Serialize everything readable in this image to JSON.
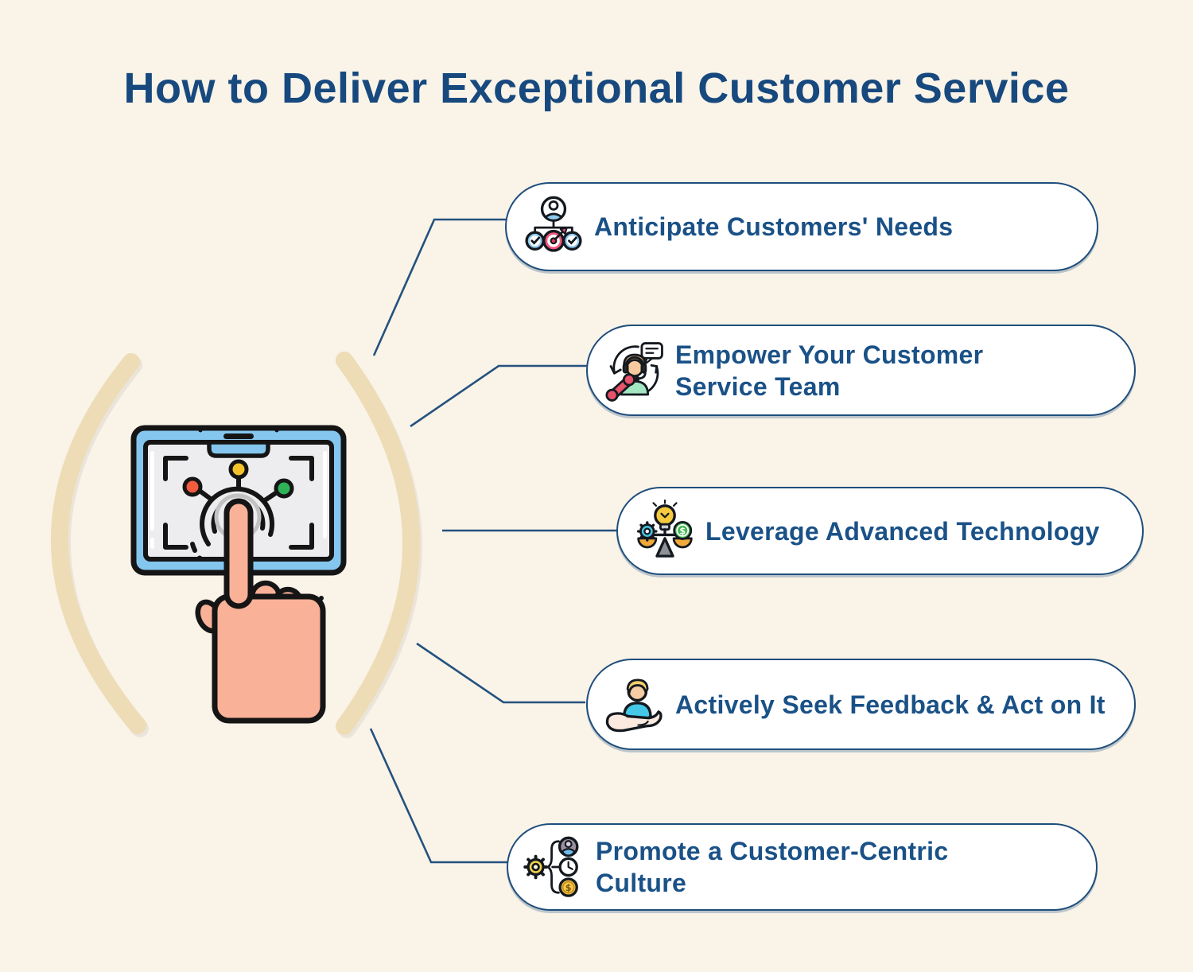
{
  "title": "How to Deliver Exceptional Customer Service",
  "items": [
    {
      "label": "Anticipate Customers' Needs",
      "icon": "org-chart-target-icon"
    },
    {
      "label": "Empower Your Customer Service Team",
      "icon": "support-agent-icon"
    },
    {
      "label": "Leverage Advanced Technology",
      "icon": "tech-balance-scale-icon"
    },
    {
      "label": "Actively Seek Feedback & Act on It",
      "icon": "hand-holding-customer-icon"
    },
    {
      "label": "Promote a Customer-Centric Culture",
      "icon": "gear-values-icon"
    }
  ],
  "glyphs": {
    "dollar": "$"
  },
  "colors": {
    "background": "#F9F3E8",
    "navy_text": "#17497E",
    "pill_border": "#1F4E7C",
    "pill_fill": "#FFFFFF",
    "connector": "#24527E",
    "arc_tan": "#EDDCB5",
    "tablet_blue": "#85C6EE",
    "screen_gray": "#EDEDEF",
    "dot_red": "#F15B40",
    "dot_yellow": "#F4C32C",
    "dot_green": "#2FB257",
    "hand_skin": "#F9B198"
  }
}
